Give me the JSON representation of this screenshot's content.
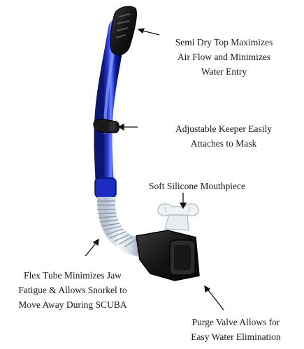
{
  "callouts": {
    "dry_top": [
      "Semi Dry Top Maximizes",
      "Air Flow and Minimizes",
      "Water Entry"
    ],
    "keeper": [
      "Adjustable Keeper Easily",
      "Attaches to Mask"
    ],
    "mouthpiece": [
      "Soft Silicone Mouthpiece"
    ],
    "flex_tube": [
      "Flex Tube Minimizes  Jaw",
      "Fatigue & Allows Snorkel to",
      "Move Away During SCUBA"
    ],
    "purge_valve": [
      "Purge Valve Allows for",
      "Easy Water Elimination"
    ]
  },
  "colors": {
    "tube_blue": "#1f2fd0",
    "tube_dark": "#0a1260",
    "tube_highlight": "#6f86ff",
    "clear_tube": "#dde6f2",
    "black_part": "#1b1b1b",
    "silicone": "#e8edf0",
    "text": "#1a1a1a"
  }
}
